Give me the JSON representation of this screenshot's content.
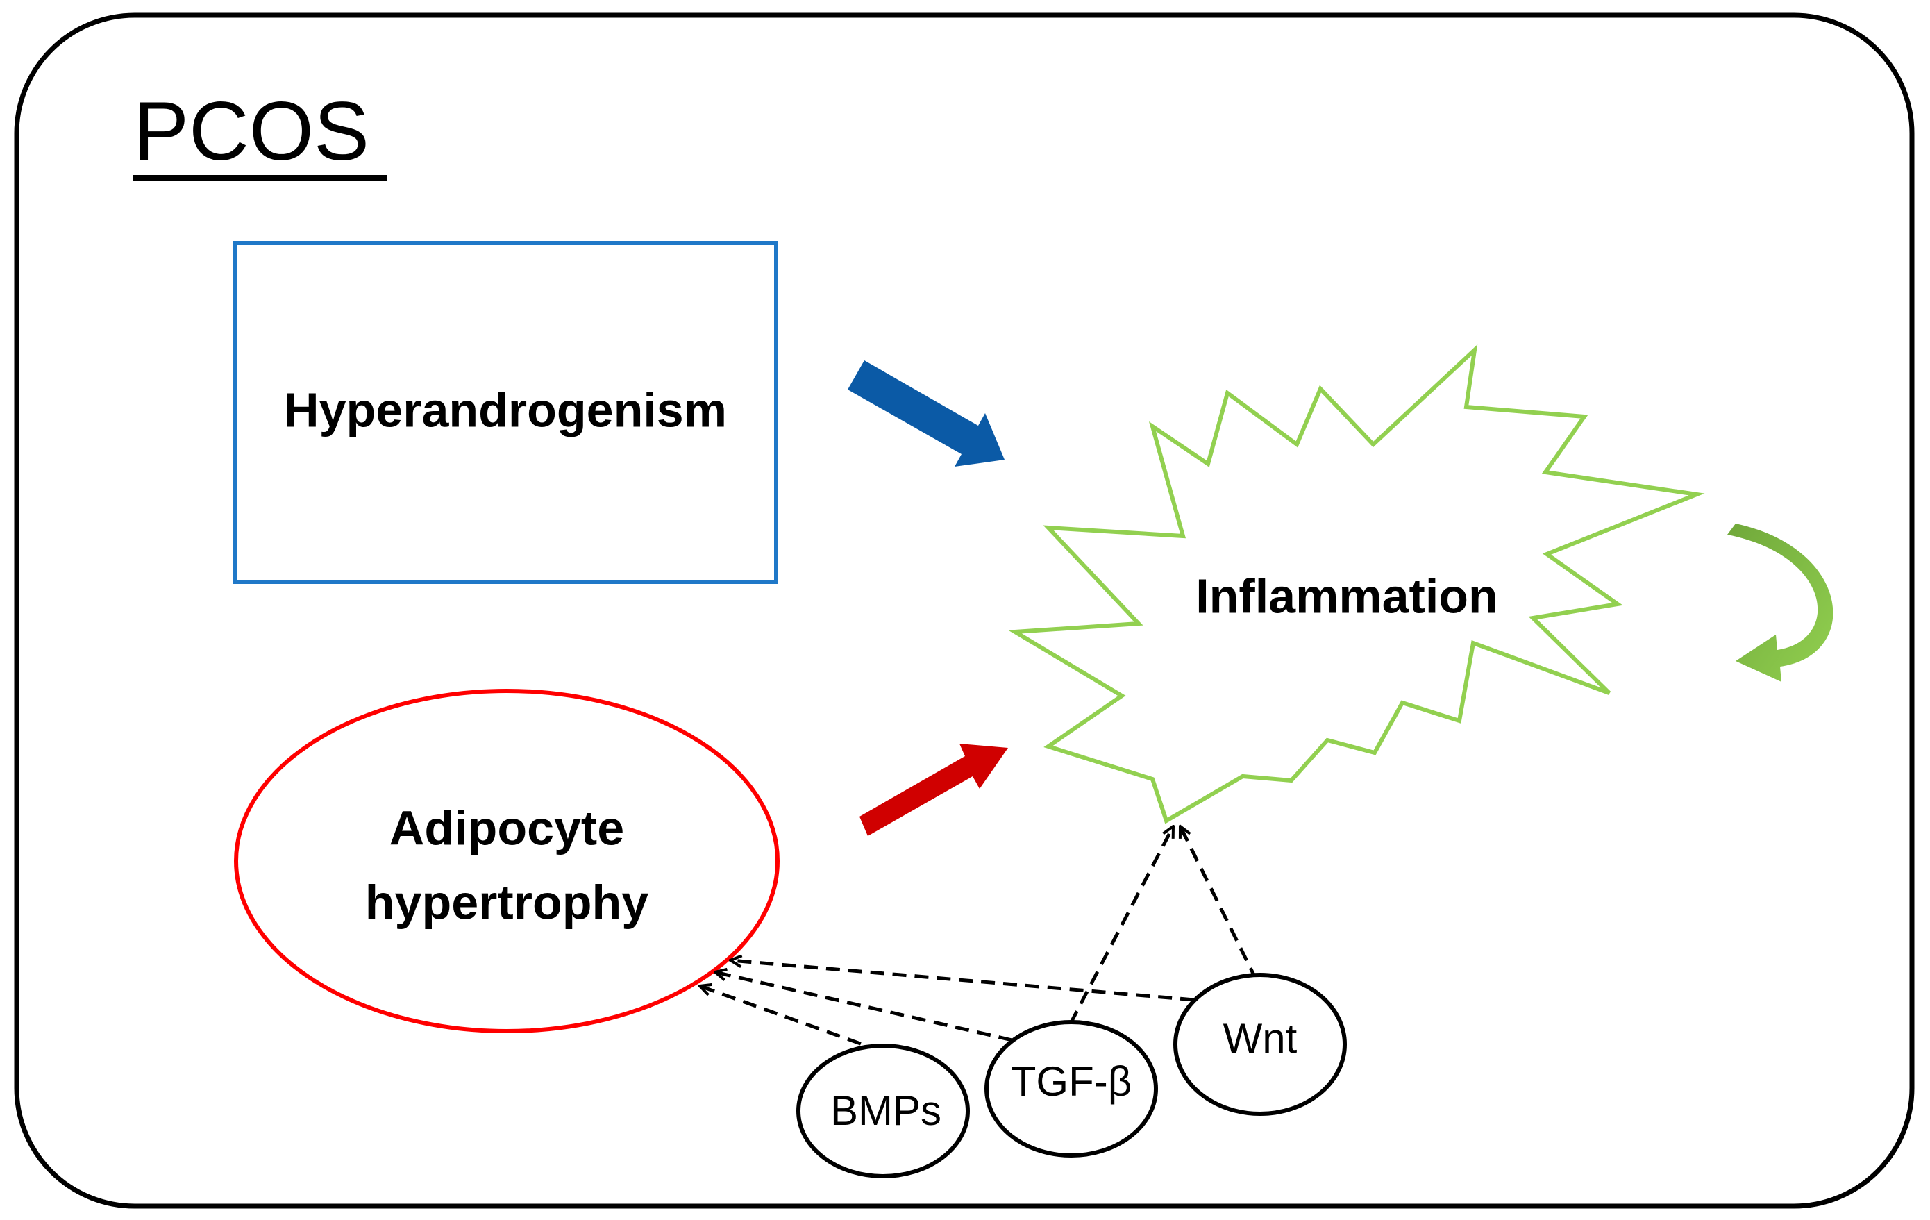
{
  "title": "PCOS",
  "nodes": {
    "hyperandrogenism": {
      "label": "Hyperandrogenism",
      "border_color": "#1f78c8"
    },
    "adipocyte": {
      "line1": "Adipocyte",
      "line2": "hypertrophy",
      "border_color": "#ff0000"
    },
    "inflammation": {
      "label": "Inflammation",
      "border_color": "#92d050"
    },
    "bmps": {
      "label": "BMPs"
    },
    "tgf": {
      "label": "TGF-β"
    },
    "wnt": {
      "label": "Wnt"
    }
  },
  "edges": [
    {
      "from": "hyperandrogenism",
      "to": "inflammation",
      "style": "solid",
      "color": "#0b5aa6"
    },
    {
      "from": "adipocyte",
      "to": "inflammation",
      "style": "solid",
      "color": "#d00000"
    },
    {
      "from": "bmps",
      "to": "adipocyte",
      "style": "dashed"
    },
    {
      "from": "tgf",
      "to": "adipocyte",
      "style": "dashed"
    },
    {
      "from": "wnt",
      "to": "adipocyte",
      "style": "dashed"
    },
    {
      "from": "tgf",
      "to": "inflammation",
      "style": "dashed"
    },
    {
      "from": "wnt",
      "to": "inflammation",
      "style": "dashed"
    },
    {
      "from": "inflammation",
      "to": "inflammation",
      "style": "curved-self-loop",
      "color": "#92d050"
    }
  ]
}
